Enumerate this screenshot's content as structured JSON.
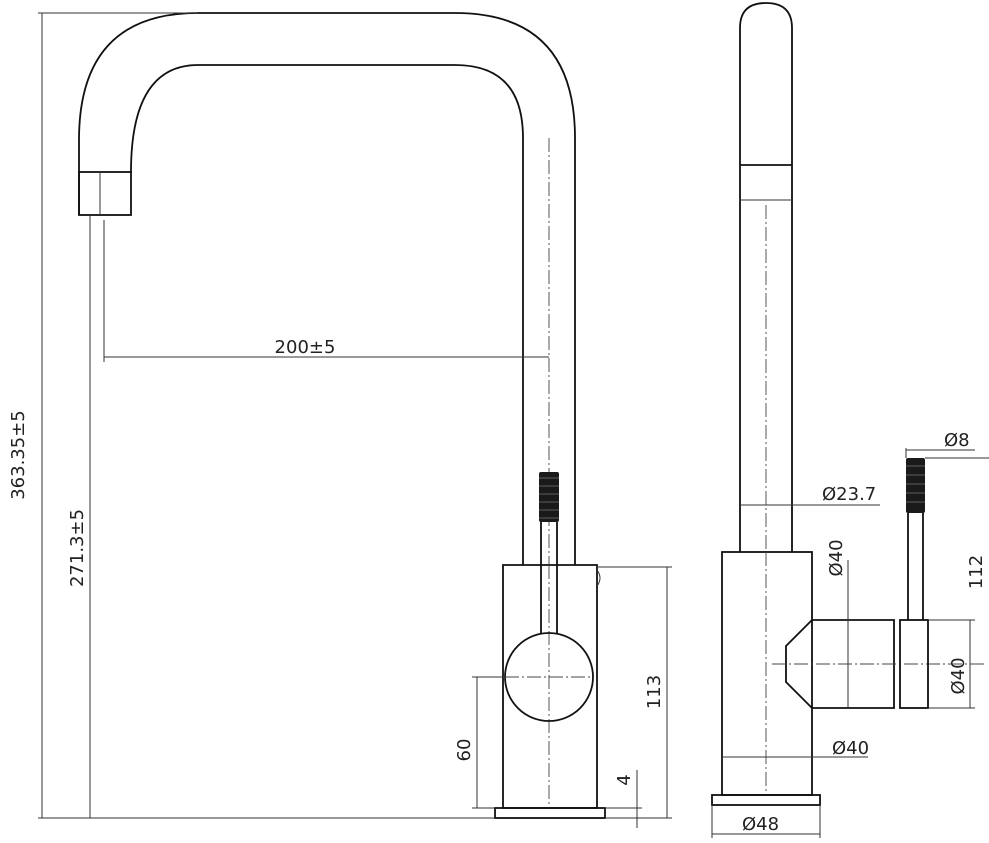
{
  "dimensions": {
    "total_height": "363.35±5",
    "spout_height": "271.3±5",
    "spout_reach": "200±5",
    "body_height": "113",
    "handle_axis_height": "60",
    "base_plate": "4",
    "spout_tube_diameter": "Ø23.7",
    "body_diameter_top": "Ø40",
    "body_diameter_lower": "Ø40",
    "handle_hub_diameter": "Ø40",
    "base_diameter": "Ø48",
    "lever_diameter": "Ø8",
    "lever_length": "112"
  }
}
